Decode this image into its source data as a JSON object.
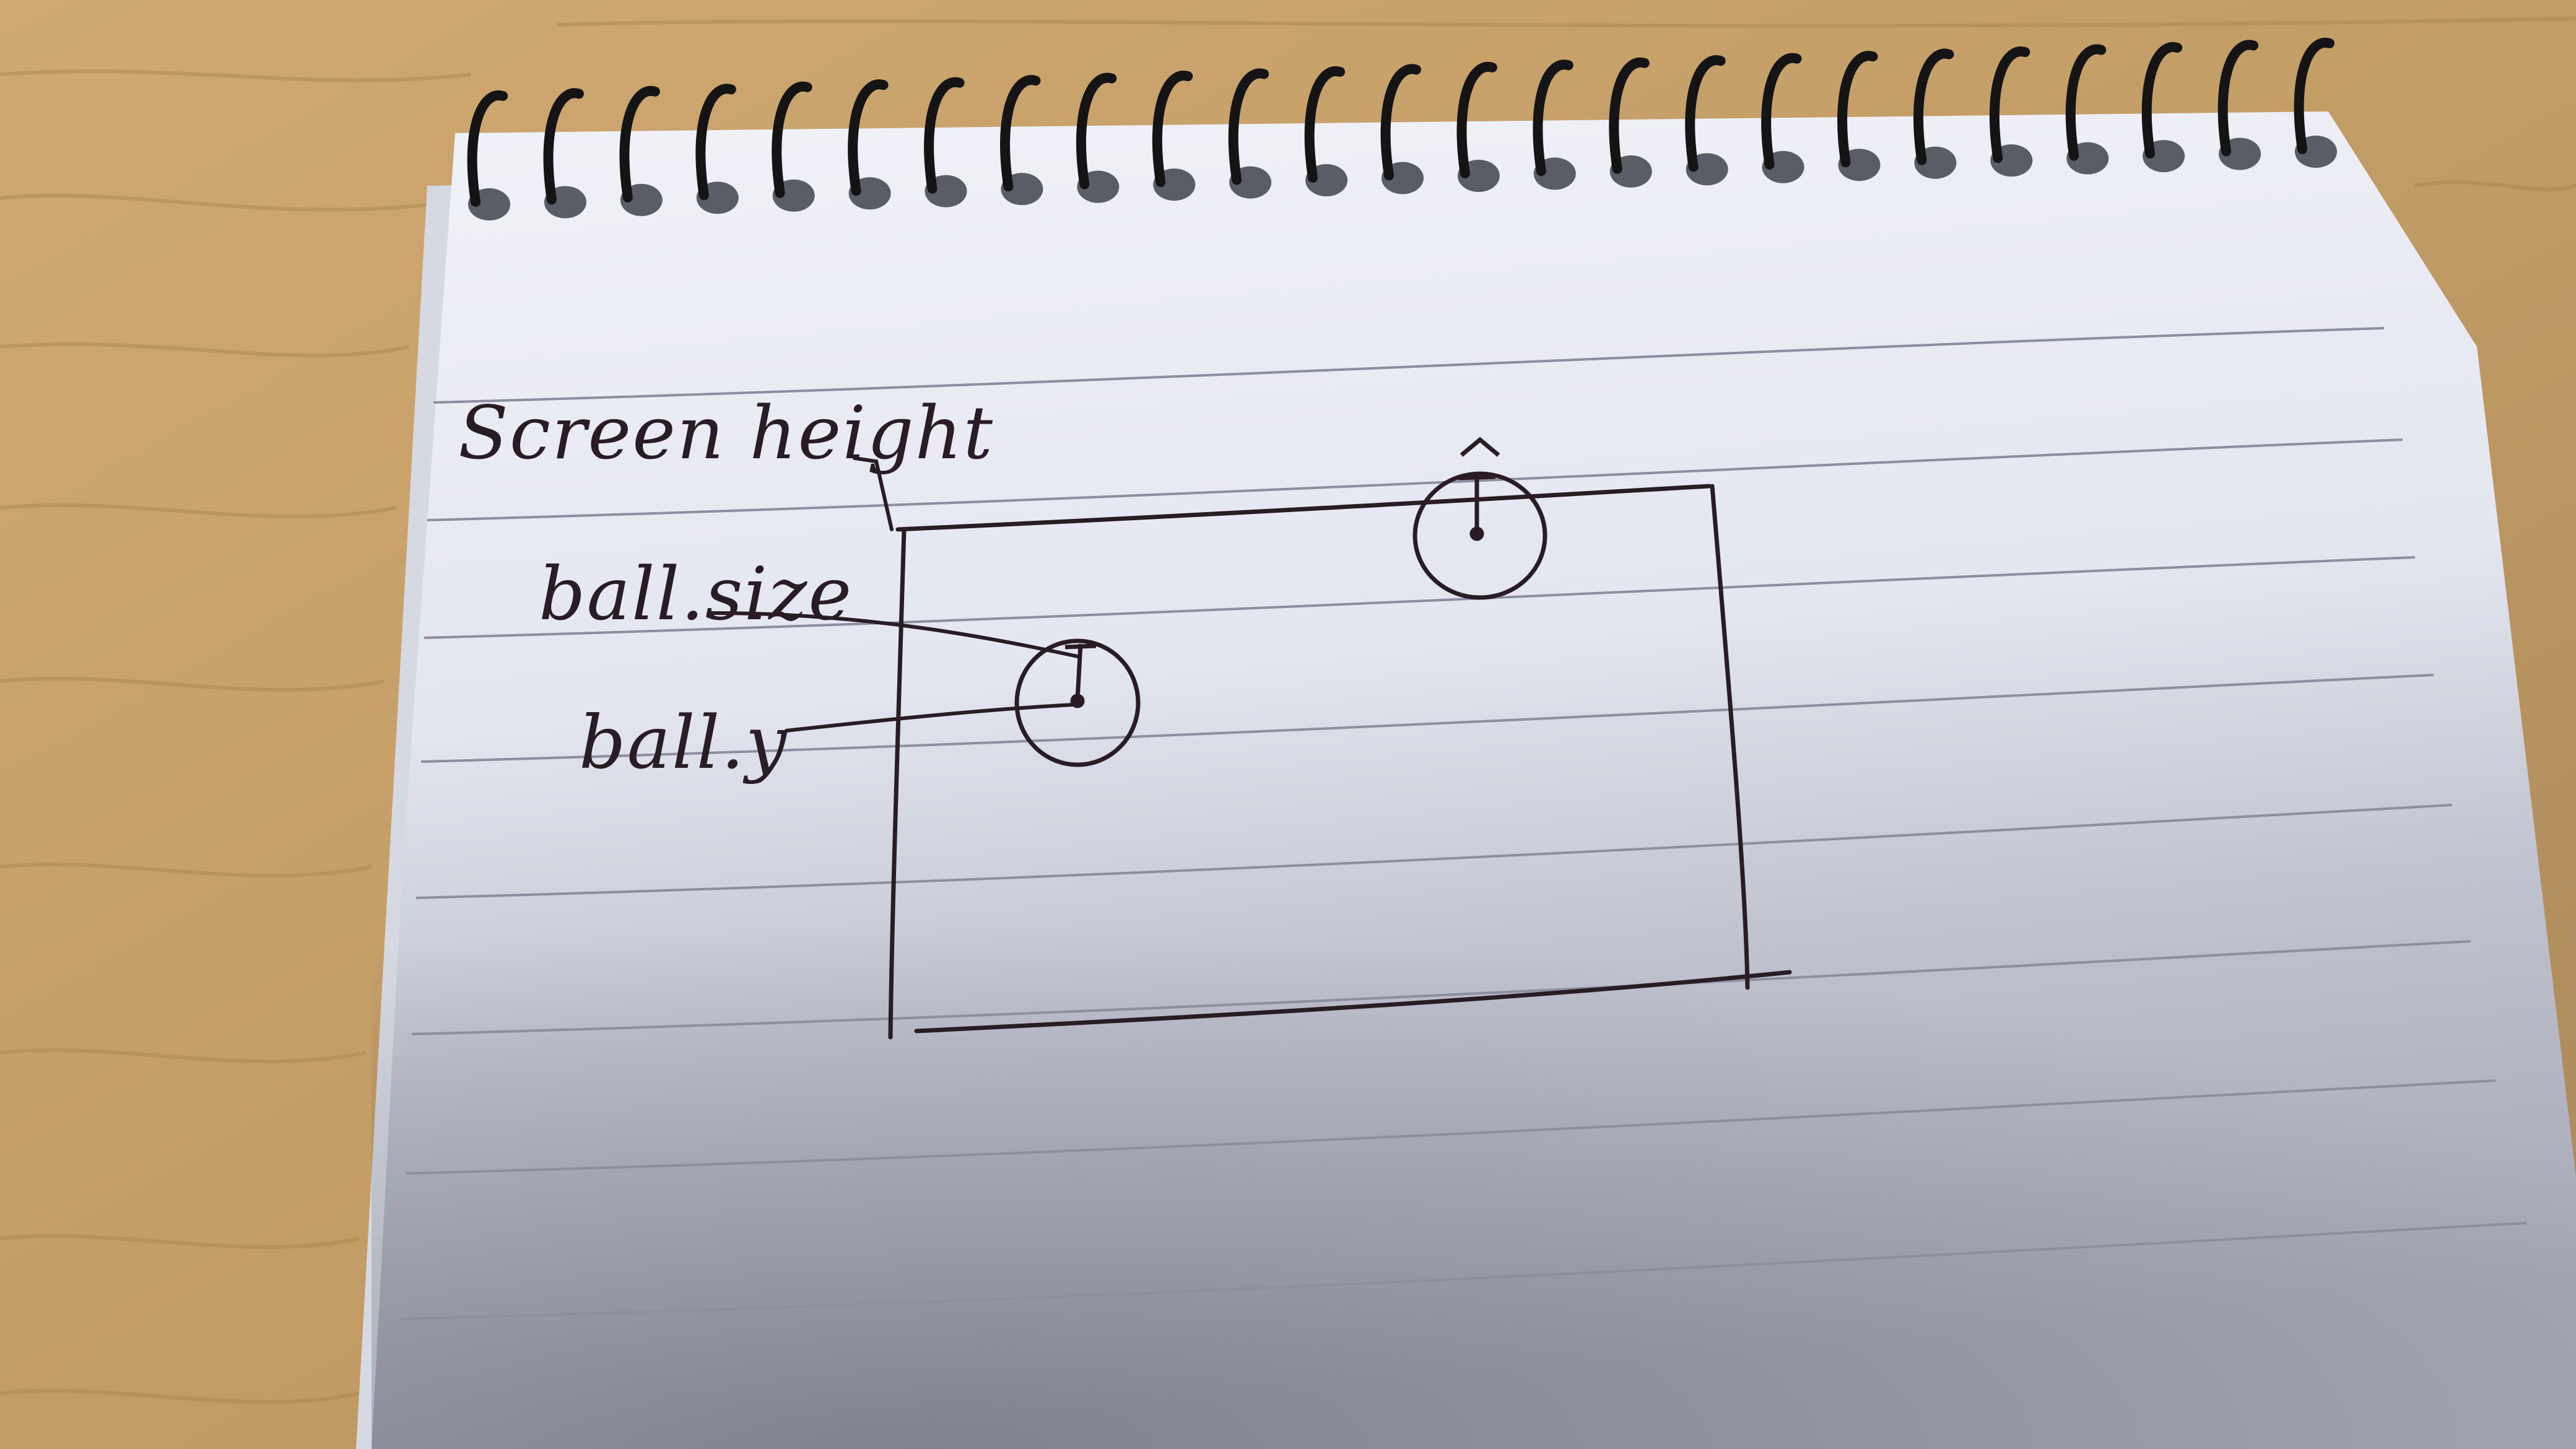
{
  "annotations": {
    "screen_height": "Screen height",
    "ball_size": "ball.size",
    "ball_y": "ball.y"
  },
  "colors": {
    "desk": "#c9a46e",
    "paper": "#eceef6",
    "rule_line": "#8d8fa0",
    "ink": "#2a1c24",
    "spiral": "#141414"
  }
}
